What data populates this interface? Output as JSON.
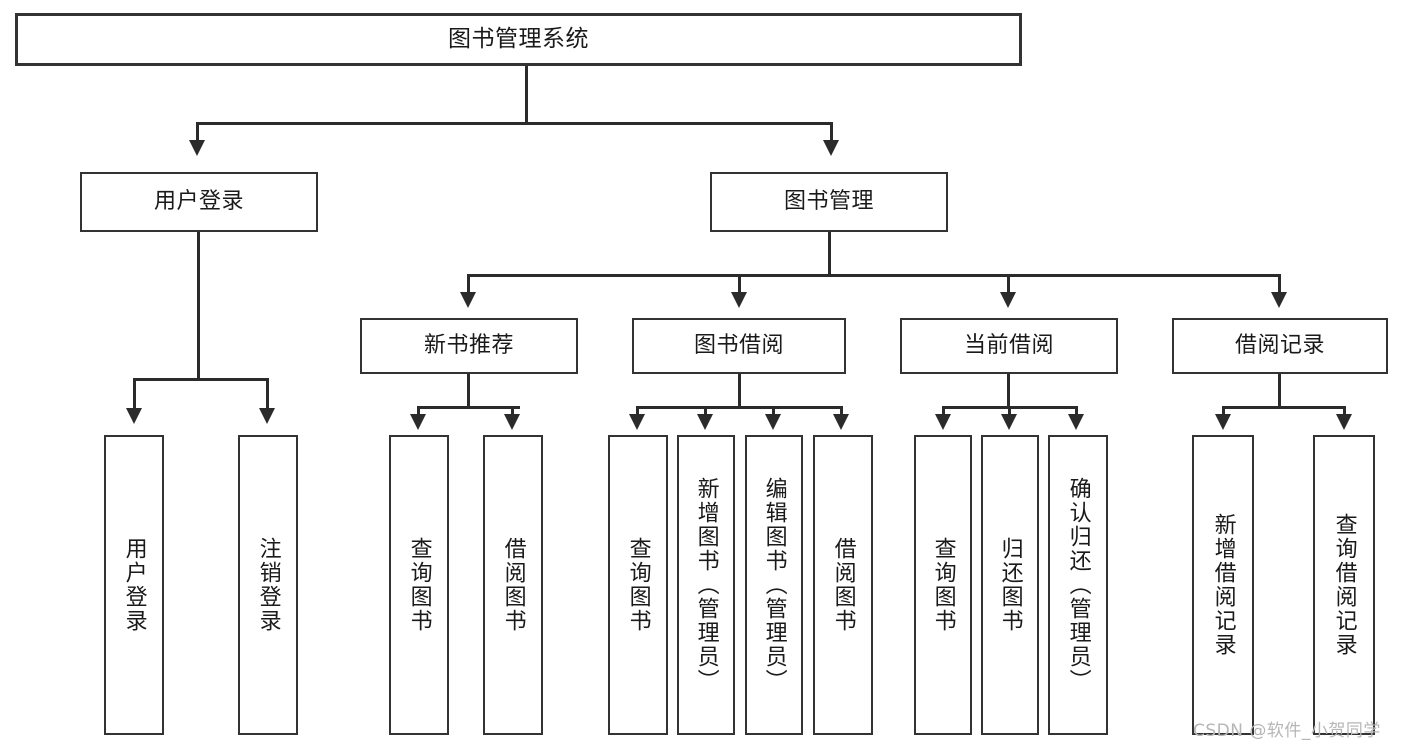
{
  "diagram": {
    "type": "tree",
    "title": "图书管理系统",
    "colors": {
      "box_border": "#333333",
      "box_fill": "#ffffff",
      "connector": "#2b2b2b",
      "text": "#1a1a1a",
      "watermark": "#b6b6b6"
    },
    "root": {
      "label": "图书管理系统"
    },
    "level2": [
      {
        "label": "用户登录"
      },
      {
        "label": "图书管理"
      }
    ],
    "level3": [
      {
        "label": "新书推荐"
      },
      {
        "label": "图书借阅"
      },
      {
        "label": "当前借阅"
      },
      {
        "label": "借阅记录"
      }
    ],
    "leaves": {
      "user_login": [
        {
          "label": "用户登录"
        },
        {
          "label": "注销登录"
        }
      ],
      "new_book": [
        {
          "label": "查询图书"
        },
        {
          "label": "借阅图书"
        }
      ],
      "book_borrow": [
        {
          "label": "查询图书"
        },
        {
          "label": "新增图书（管理员）"
        },
        {
          "label": "编辑图书（管理员）"
        },
        {
          "label": "借阅图书"
        }
      ],
      "current_borrow": [
        {
          "label": "查询图书"
        },
        {
          "label": "归还图书"
        },
        {
          "label": "确认归还（管理员）"
        }
      ],
      "borrow_record": [
        {
          "label": "新增借阅记录"
        },
        {
          "label": "查询借阅记录"
        }
      ]
    }
  },
  "watermark": {
    "text": "CSDN @软件_小贺同学"
  }
}
